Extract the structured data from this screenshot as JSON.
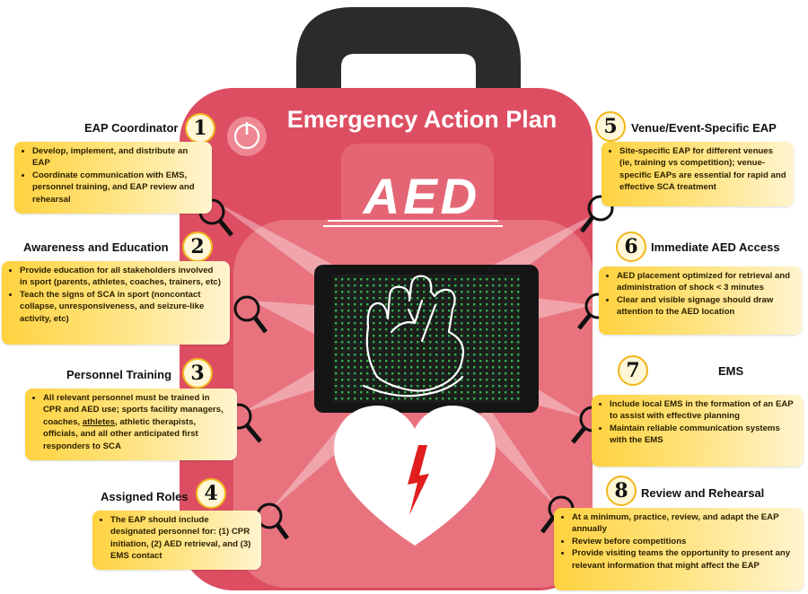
{
  "title": "Emergency Action Plan",
  "device_label": "AED",
  "colors": {
    "device": "#e45b6a",
    "device_dark": "#c63a4e",
    "handle": "#2b2b2b",
    "callout": "#ffd23f",
    "bolt": "#e01e1e"
  },
  "sections": [
    {
      "num": "1",
      "title": "EAP Coordinator",
      "items": [
        "Develop, implement, and distribute an EAP",
        "Coordinate communication with EMS, personnel training, and EAP review and rehearsal"
      ]
    },
    {
      "num": "2",
      "title": "Awareness and Education",
      "items": [
        "Provide education for all stakeholders involved in sport (parents, athletes, coaches, trainers, etc)",
        "Teach the signs of SCA in sport (noncontact collapse, unresponsiveness, and seizure-like activity, etc)"
      ]
    },
    {
      "num": "3",
      "title": "Personnel Training",
      "item1_pre": "All relevant personnel must be trained in CPR and AED use; sports facility managers, coaches, ",
      "item1_underlined": "athletes",
      "item1_post": ", athletic therapists, officials, and all other anticipated first responders to SCA"
    },
    {
      "num": "4",
      "title": "Assigned Roles",
      "items": [
        "The EAP should include designated personnel for: (1) CPR initiation, (2) AED retrieval, and (3) EMS contact"
      ]
    },
    {
      "num": "5",
      "title": "Venue/Event-Specific EAP",
      "items": [
        "Site-specific EAP for different venues (ie, training vs competition); venue-specific EAPs are essential for rapid and effective SCA treatment"
      ]
    },
    {
      "num": "6",
      "title": "Immediate AED Access",
      "items": [
        "AED placement optimized for retrieval and administration of shock < 3 minutes",
        "Clear and visible signage should draw attention to the AED location"
      ]
    },
    {
      "num": "7",
      "title": "EMS",
      "items": [
        "Include local EMS in the formation of an EAP to assist with effective planning",
        "Maintain reliable communication systems with the EMS"
      ]
    },
    {
      "num": "8",
      "title": "Review and Rehearsal",
      "items": [
        "At a minimum, practice, review, and adapt the EAP annually",
        "Review before competitions",
        " Provide visiting teams the opportunity to present any relevant information that might affect the EAP"
      ]
    }
  ]
}
